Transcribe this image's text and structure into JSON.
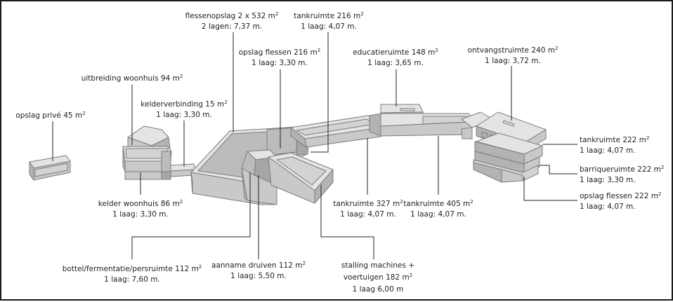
{
  "labels": [
    {
      "id": "flessenopslag",
      "line1": "flessenopslag 2 x 532",
      "unit1": "m",
      "line2": "2 lagen: 7,37 m."
    },
    {
      "id": "tankruimte-216",
      "line1": "tankruimte 216",
      "unit1": "m",
      "line2": "1 laag: 4,07 m."
    },
    {
      "id": "opslag-flessen-216",
      "line1": "opslag flessen 216",
      "unit1": "m",
      "line2": "1 laag: 3,30 m."
    },
    {
      "id": "educatieruimte",
      "line1": "educatieruimte 148",
      "unit1": "m",
      "line2": "1 laag: 3,65 m."
    },
    {
      "id": "ontvangstruimte",
      "line1": "ontvangstruimte 240",
      "unit1": "m",
      "line2": "1 laag: 3,72 m."
    },
    {
      "id": "uitbreiding-woonhuis",
      "line1": "uitbreiding woonhuis 94",
      "unit1": "m",
      "line2": ""
    },
    {
      "id": "kelderverbinding",
      "line1": "kelderverbinding 15",
      "unit1": "m",
      "line2": "1 laag: 3,30 m."
    },
    {
      "id": "opslag-prive",
      "line1": "opslag privé 45",
      "unit1": "m",
      "line2": ""
    },
    {
      "id": "kelder-woonhuis",
      "line1": "kelder woonhuis 86",
      "unit1": "m",
      "line2": "1 laag: 3,30 m."
    },
    {
      "id": "tankruimte-327",
      "line1": "tankruimte 327",
      "unit1": "m",
      "line2": "1 laag: 4,07 m."
    },
    {
      "id": "tankruimte-405",
      "line1": "tankruimte 405",
      "unit1": "m",
      "line2": "1 laag: 4,07 m."
    },
    {
      "id": "tankruimte-222",
      "line1": "tankruimte 222",
      "unit1": "m",
      "line2": "1 laag: 4,07 m."
    },
    {
      "id": "barriqueruimte",
      "line1": "barriqueruimte 222",
      "unit1": "m",
      "line2": "1 laag: 3,30 m."
    },
    {
      "id": "opslag-flessen-222",
      "line1": "opslag flessen 222",
      "unit1": "m",
      "line2": "1 laag: 4,07 m."
    },
    {
      "id": "bottel",
      "line1": "bottel/fermentatie/persruimte 112",
      "unit1": "m",
      "line2": "1 laag: 7,60 m."
    },
    {
      "id": "aanname",
      "line1": "aanname druiven 112",
      "unit1": "m",
      "line2": "1 laag: 5,50 m."
    },
    {
      "id": "stalling",
      "line1": "stalling machines +",
      "unit1": "",
      "line2": "voertuigen 182",
      "unit2": "m",
      "line3": "1 laag 6,00 m"
    }
  ]
}
